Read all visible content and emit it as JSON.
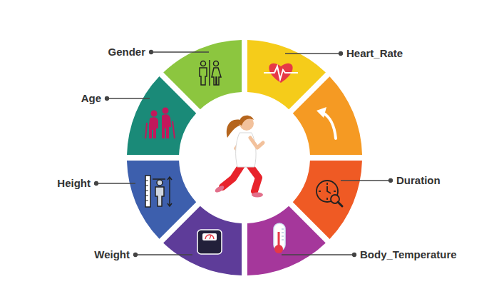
{
  "diagram": {
    "labels": [
      "Gender",
      "Heart_Rate",
      "Age",
      "Duration",
      "Height",
      "Weight",
      "Body_Temperature"
    ]
  }
}
